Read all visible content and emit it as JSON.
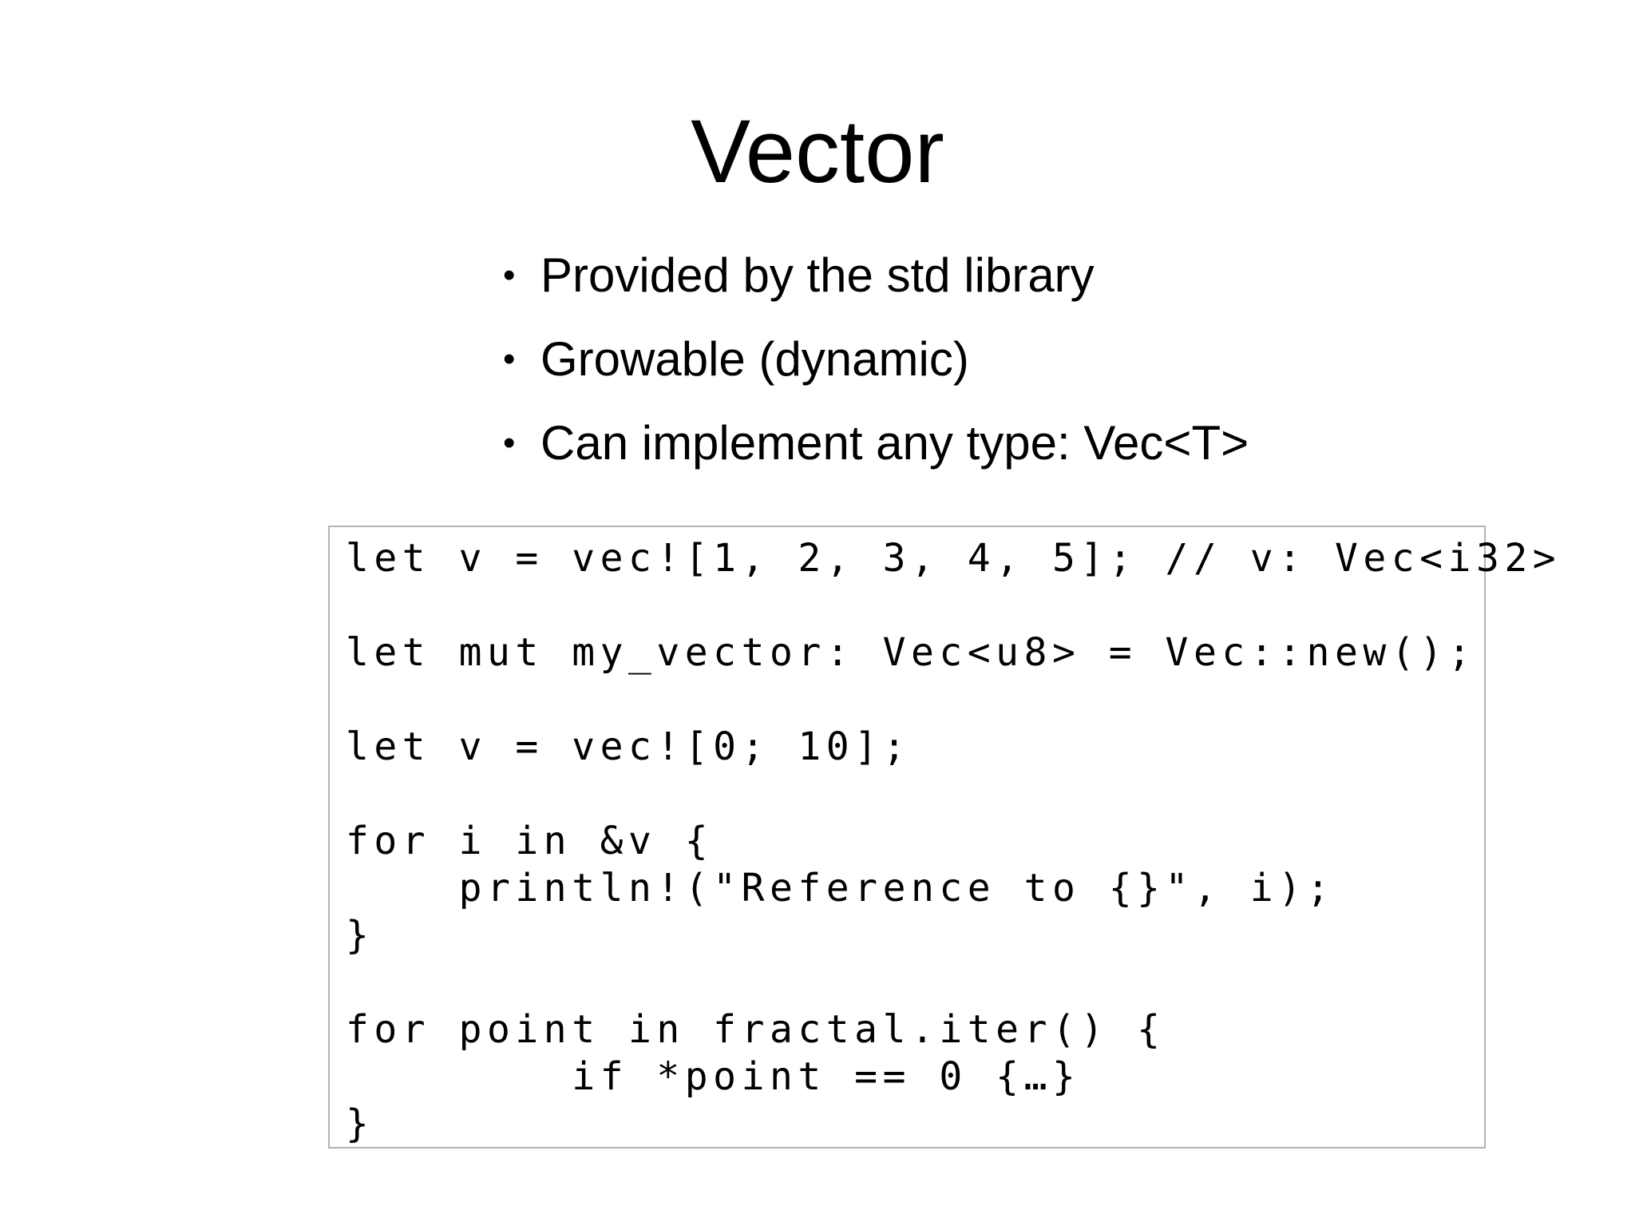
{
  "slide": {
    "title": "Vector",
    "bullets": [
      "Provided by the std library",
      "Growable (dynamic)",
      "Can implement any type: Vec<T>"
    ],
    "bullet_glyph": "•",
    "code_lines": [
      "let v = vec![1, 2, 3, 4, 5]; // v: Vec<i32>",
      "let mut my_vector: Vec<u8> = Vec::new();",
      "let v = vec![0; 10];",
      "for i in &v {",
      "    println!(\"Reference to {}\", i);",
      "}",
      "for point in fractal.iter() {",
      "        if *point == 0 {…}",
      "}"
    ]
  }
}
